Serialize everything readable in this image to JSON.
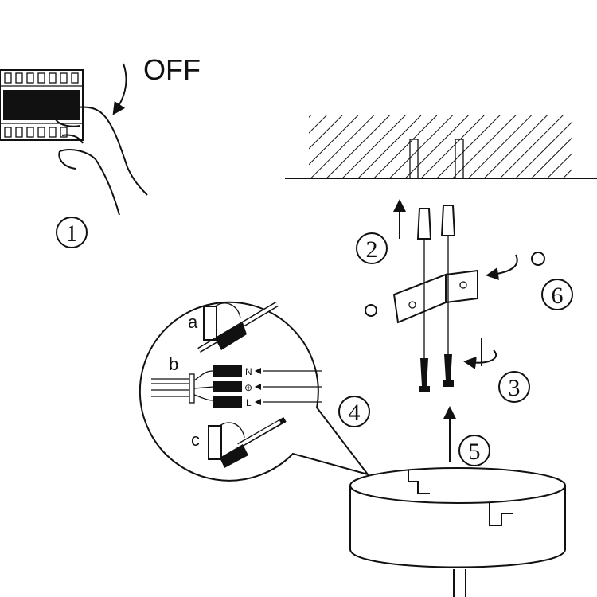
{
  "step1": {
    "label": "OFF",
    "number": "1"
  },
  "step2": {
    "number": "2"
  },
  "step3": {
    "number": "3"
  },
  "step4": {
    "number": "4",
    "detail_labels": {
      "a": "a",
      "b": "b",
      "c": "c"
    },
    "terminals": [
      "N",
      "⊕",
      "L"
    ]
  },
  "step5": {
    "number": "5"
  },
  "step6": {
    "number": "6"
  }
}
